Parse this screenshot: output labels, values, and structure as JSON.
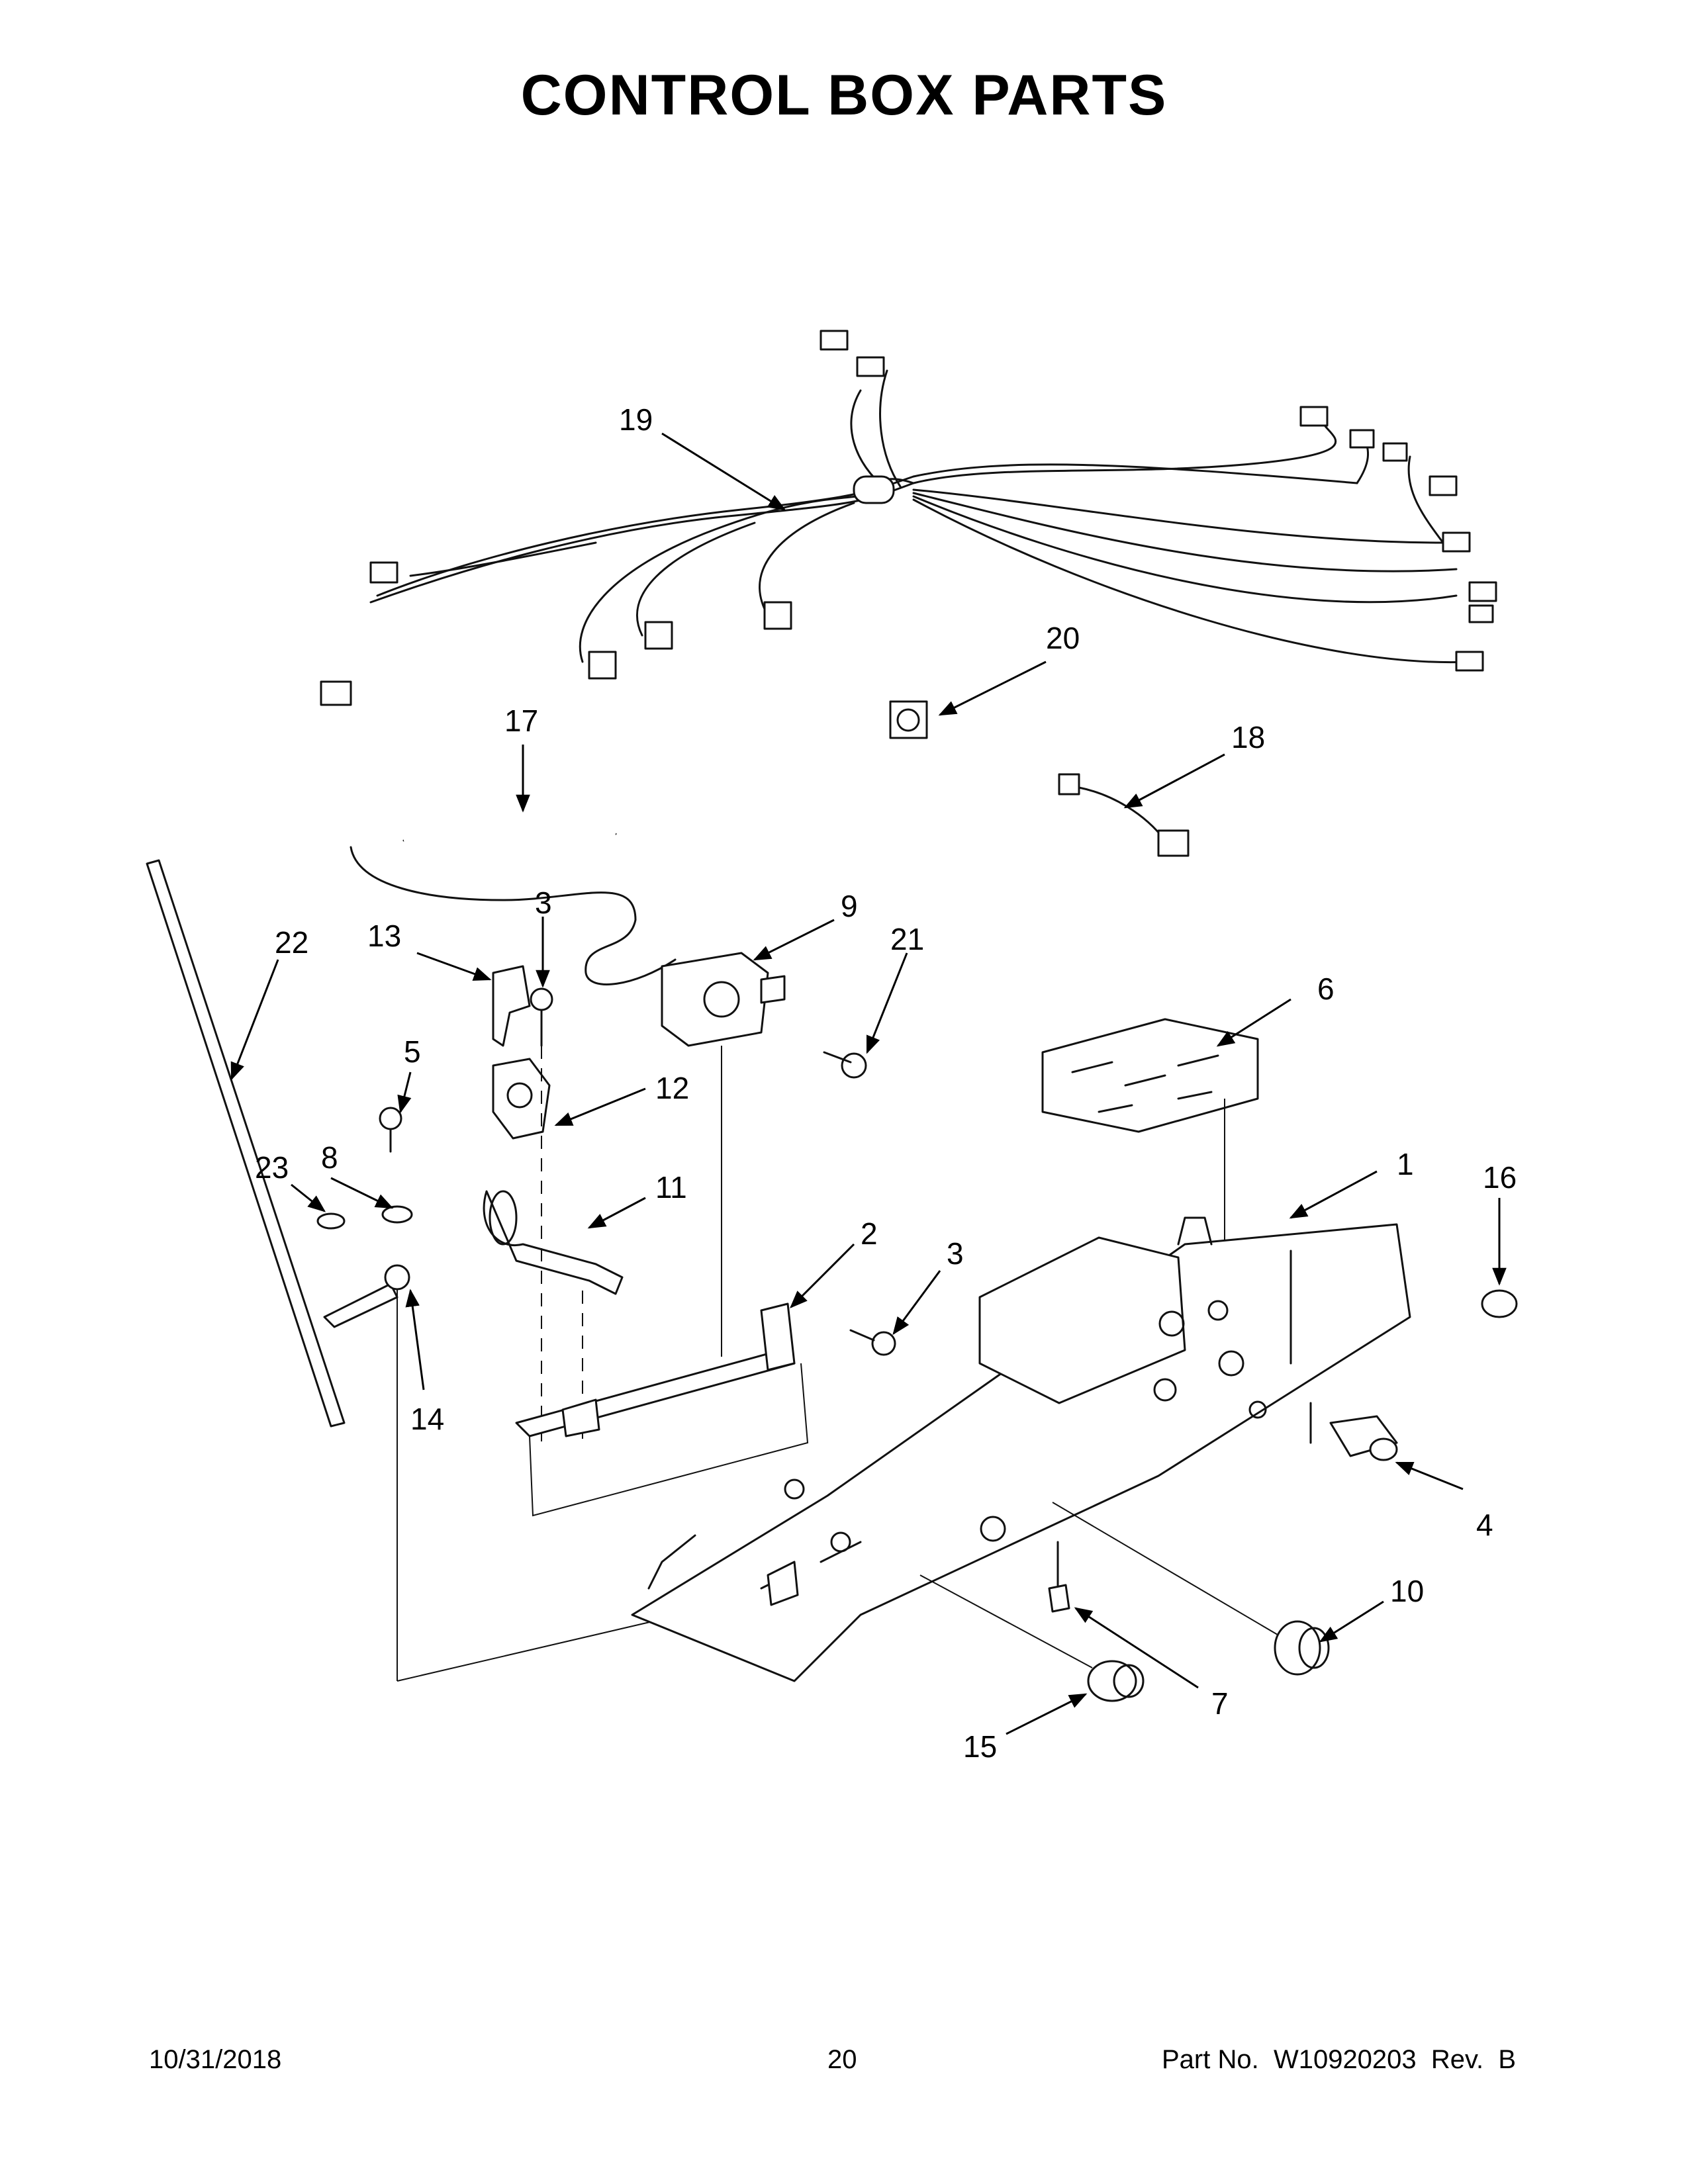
{
  "title": "CONTROL BOX PARTS",
  "footer": {
    "date": "10/31/2018",
    "page": "20",
    "part_no": "Part No.  W10920203  Rev.  B"
  },
  "callouts": {
    "c1": "1",
    "c2": "2",
    "c3a": "3",
    "c3b": "3",
    "c4": "4",
    "c5": "5",
    "c6": "6",
    "c7": "7",
    "c8": "8",
    "c9": "9",
    "c10": "10",
    "c11": "11",
    "c12": "12",
    "c13": "13",
    "c14": "14",
    "c15": "15",
    "c16": "16",
    "c17": "17",
    "c18": "18",
    "c19": "19",
    "c20": "20",
    "c21": "21",
    "c22": "22",
    "c23": "23"
  }
}
